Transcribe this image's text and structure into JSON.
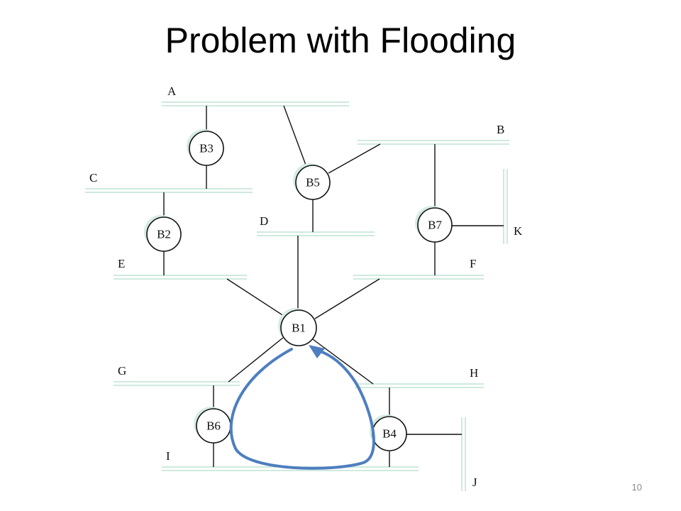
{
  "slide": {
    "title": "Problem with Flooding",
    "page_number": "10"
  },
  "lans": {
    "A": "A",
    "B": "B",
    "C": "C",
    "D": "D",
    "E": "E",
    "F": "F",
    "G": "G",
    "H": "H",
    "I": "I",
    "J": "J",
    "K": "K"
  },
  "bridges": {
    "B1": "B1",
    "B2": "B2",
    "B3": "B3",
    "B4": "B4",
    "B5": "B5",
    "B6": "B6",
    "B7": "B7"
  },
  "colors": {
    "lan_segment": "#bfe3d2",
    "loop_arrow": "#4e7ec0"
  },
  "icons": {
    "loop_arrow": "curved-arrow-icon"
  }
}
